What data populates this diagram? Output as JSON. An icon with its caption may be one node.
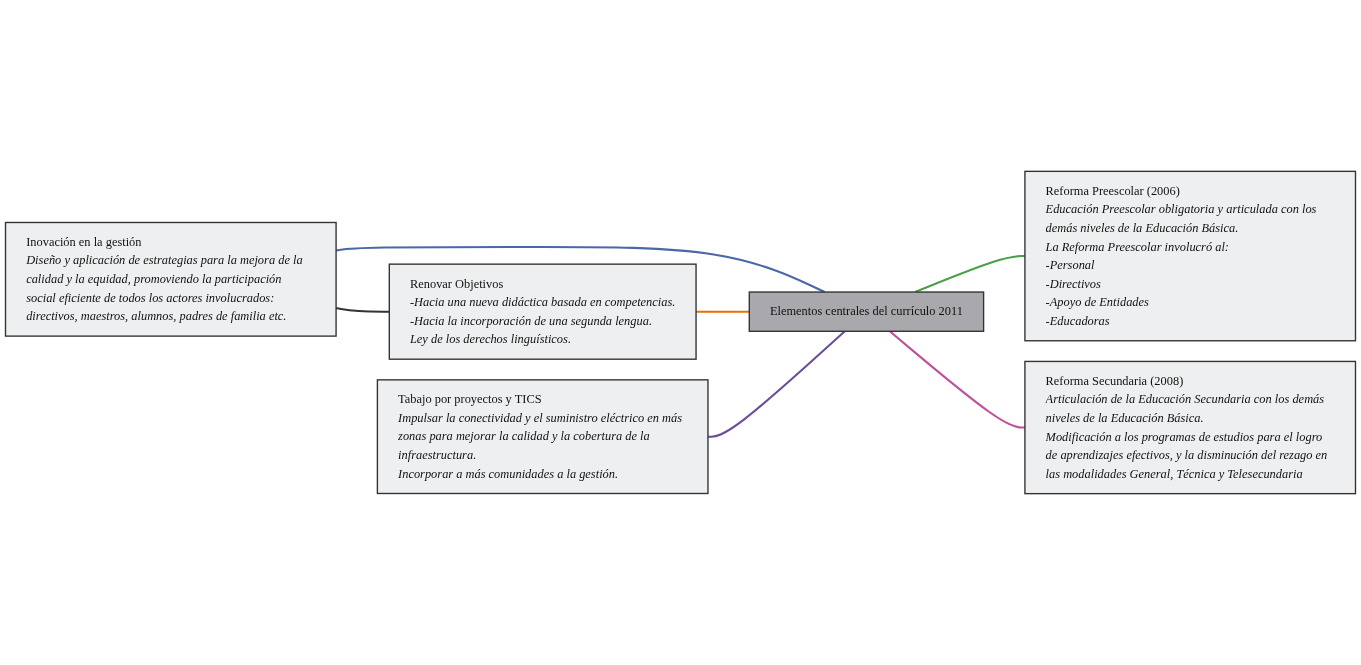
{
  "diagram": {
    "nodes": [
      {
        "text": [
          "Inovación en la gestión",
          "Diseño y aplicación de estrategias para la mejora de la calidad y la equidad, promoviendo la participación social eficiente de todos los actores involucrados: directivos, maestros, alumnos, padres de familia etc."
        ]
      },
      {
        "text": [
          "Renovar Objetivos",
          "-Hacia una nueva didáctica basada en competencias.",
          "-Hacia la incorporación de una segunda lengua.",
          "Ley de los derechos linguísticos."
        ]
      },
      {
        "text": [
          "Tabajo por proyectos y TICS",
          "Impulsar la conectividad y el suministro eléctrico en más zonas para mejorar la calidad y la cobertura de la infraestructura.",
          "Incorporar a más comunidades a la gestión."
        ]
      },
      {
        "text": [
          "Elementos centrales del currículo 2011"
        ]
      },
      {
        "text": [
          "Reforma Preescolar (2006)",
          "Educación Preescolar obligatoria y articulada con los demás niveles de la Educación Básica.",
          "La Reforma Preescolar involucró al:",
          "-Personal",
          "-Directivos",
          "-Apoyo de Entidades",
          "-Educadoras"
        ]
      },
      {
        "text": [
          "Reforma Secundaria (2008)",
          "Articulación de la Educación Secundaria con los demás niveles de la Educación Básica.",
          "Modificación a los programas de estudios para el logro de aprendizajes efectivos, y la disminución del rezago en las modalidades General, Técnica y Telesecundaria"
        ]
      }
    ],
    "edges": [
      {
        "from": 0,
        "to": 1,
        "arrow": "none"
      },
      {
        "from": 0,
        "to": 3,
        "arrow": "none",
        "color": "#4a67a8"
      },
      {
        "from": 1,
        "to": 3,
        "arrow": "none",
        "color": "#e87000"
      },
      {
        "from": 2,
        "to": 3,
        "arrow": "none",
        "color": "#6a4d9a"
      },
      {
        "from": 3,
        "to": 4,
        "arrow": "none",
        "color": "#4aa046"
      },
      {
        "from": 3,
        "to": 5,
        "arrow": "none",
        "color": "#c0509a"
      }
    ]
  }
}
